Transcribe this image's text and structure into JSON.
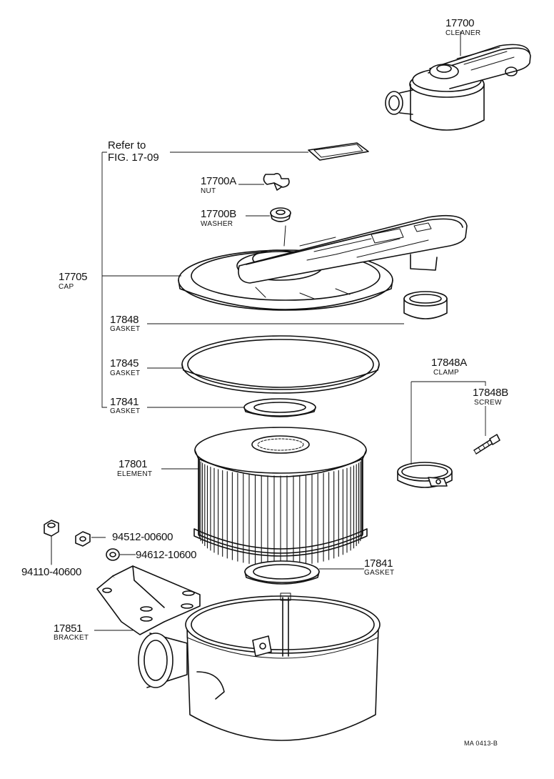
{
  "parts": {
    "cleaner": {
      "number": "17700",
      "name": "CLEANER"
    },
    "refer": {
      "line1": "Refer to",
      "line2": "FIG. 17-09"
    },
    "nut_a": {
      "number": "17700A",
      "name": "NUT"
    },
    "washer_b": {
      "number": "17700B",
      "name": "WASHER"
    },
    "cap": {
      "number": "17705",
      "name": "CAP"
    },
    "gasket_848": {
      "number": "17848",
      "name": "GASKET"
    },
    "gasket_845": {
      "number": "17845",
      "name": "GASKET"
    },
    "gasket_841_top": {
      "number": "17841",
      "name": "GASKET"
    },
    "clamp": {
      "number": "17848A",
      "name": "CLAMP"
    },
    "screw": {
      "number": "17848B",
      "name": "SCREW"
    },
    "element": {
      "number": "17801",
      "name": "ELEMENT"
    },
    "washer_94512": {
      "number": "94512-00600"
    },
    "washer_94612": {
      "number": "94612-10600"
    },
    "nut_94110": {
      "number": "94110-40600"
    },
    "gasket_841_bottom": {
      "number": "17841",
      "name": "GASKET"
    },
    "bracket": {
      "number": "17851",
      "name": "BRACKET"
    }
  },
  "footer": {
    "code": "MA 0413-B"
  }
}
